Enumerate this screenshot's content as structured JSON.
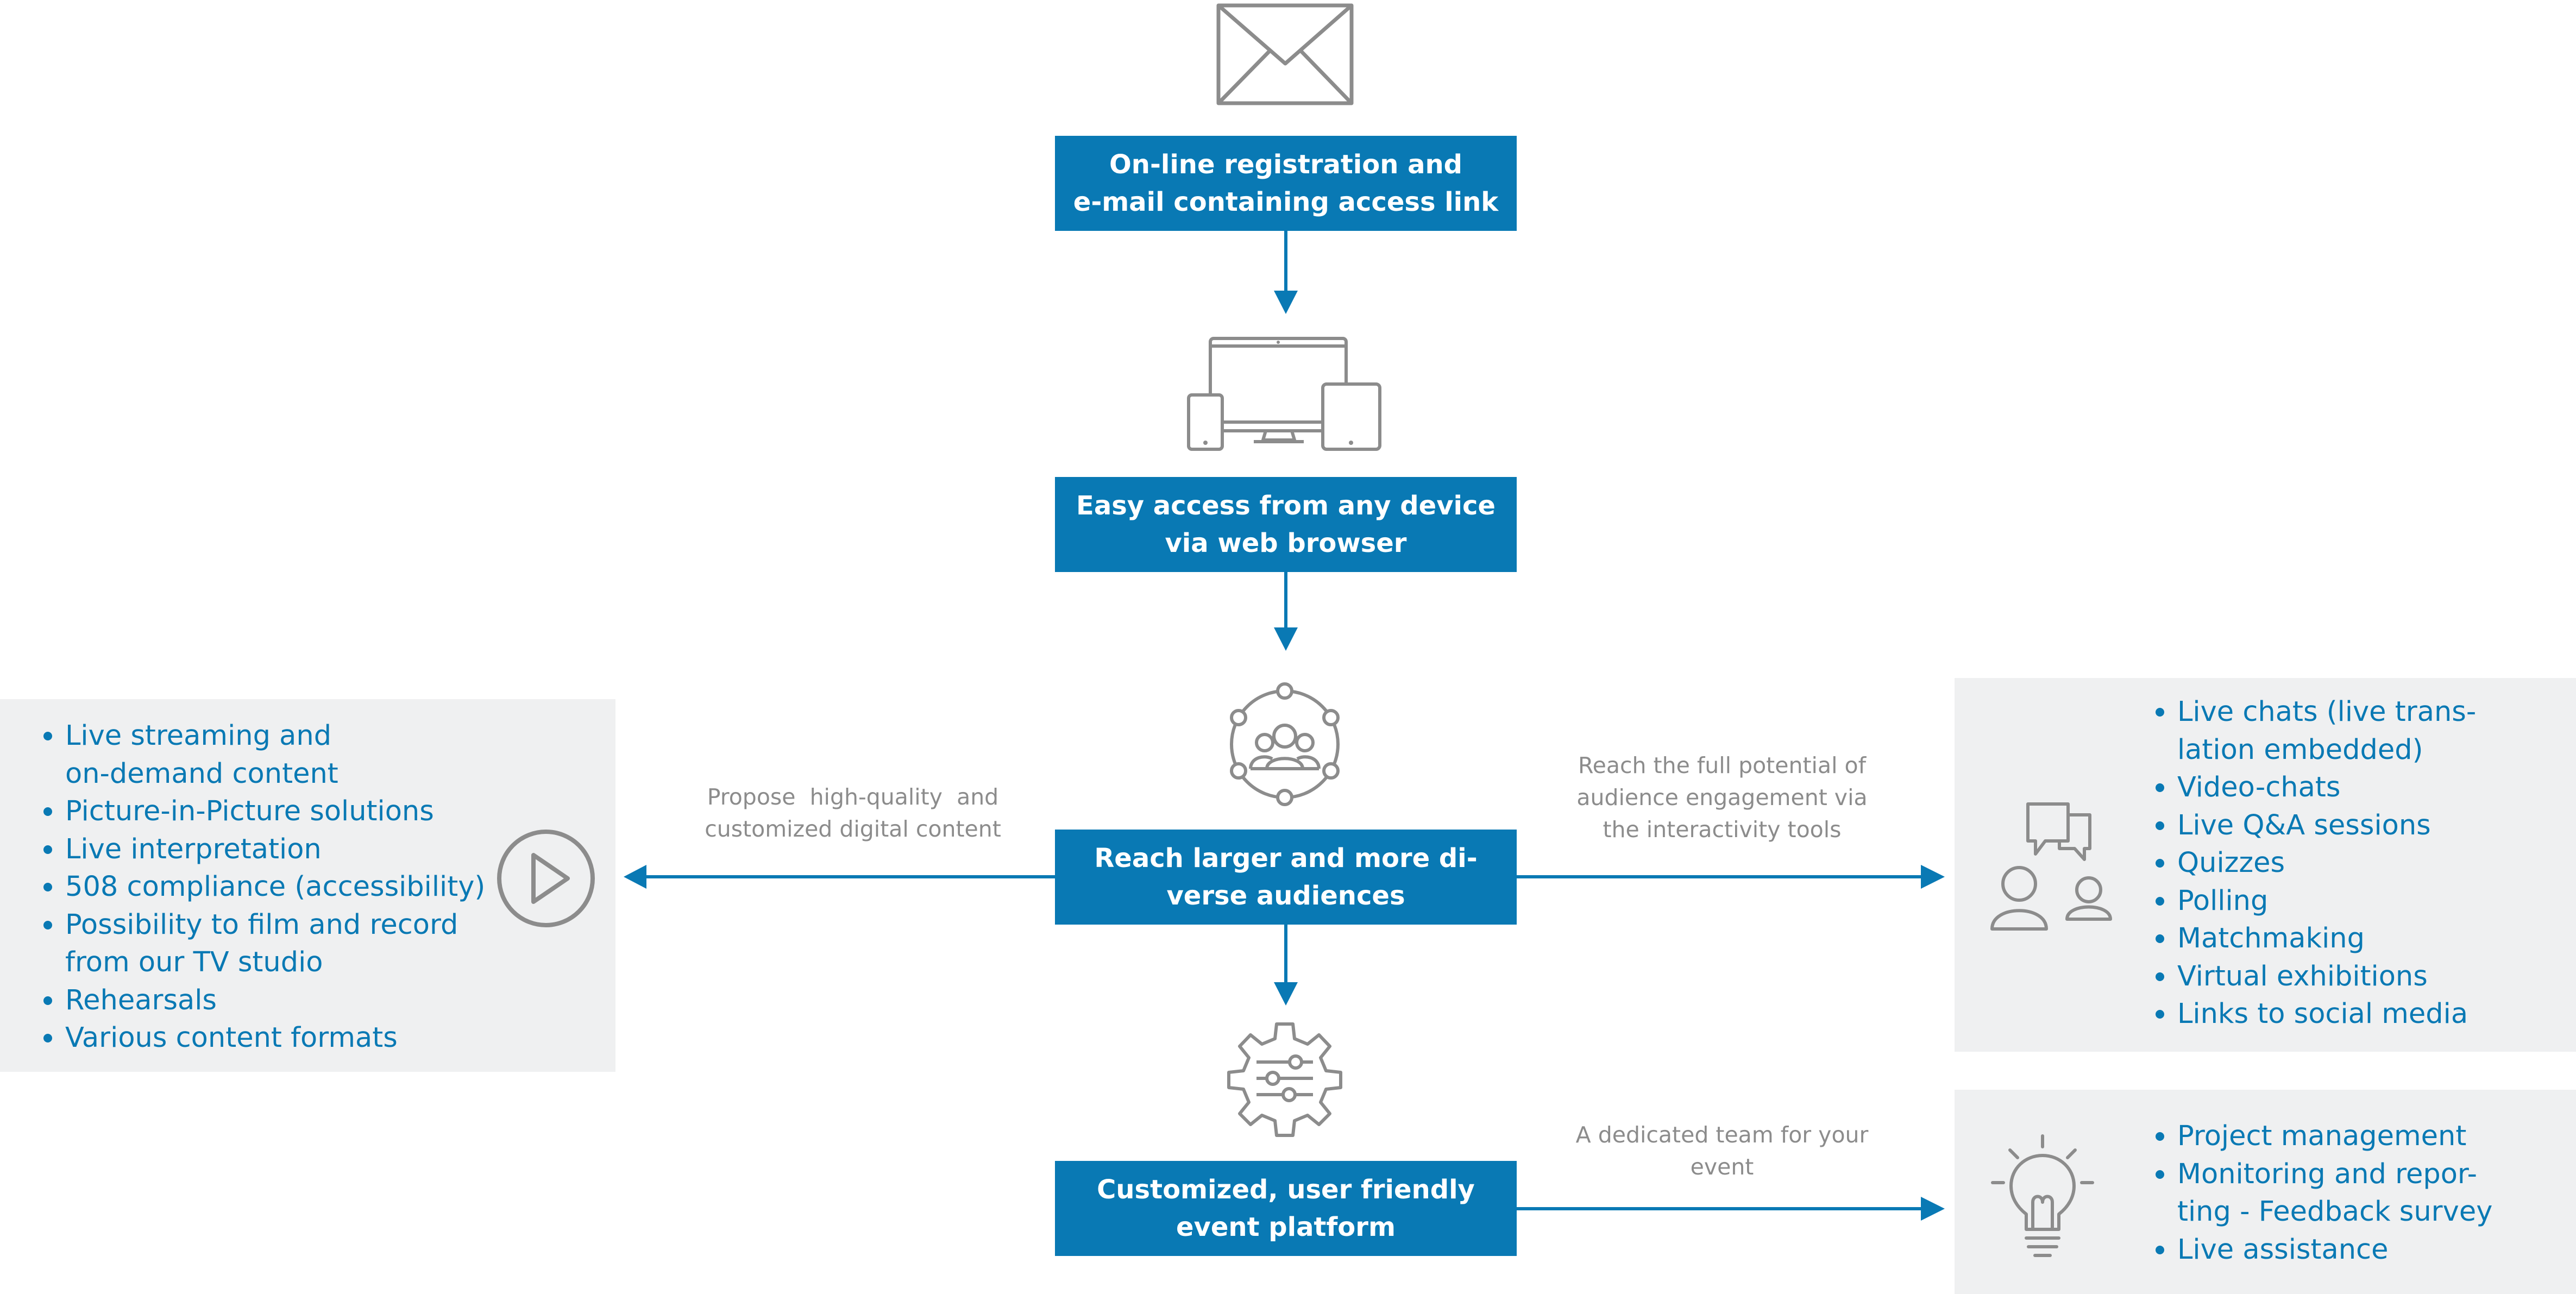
{
  "steps": {
    "registration": {
      "line1": "On-line registration and",
      "line2": "e-mail containing access link"
    },
    "access": {
      "line1": "Easy access from any device",
      "line2": "via web browser"
    },
    "reach": {
      "line1": "Reach larger and more di-",
      "line2": "verse audiences"
    },
    "platform": {
      "line1": "Customized, user friendly",
      "line2": "event platform"
    }
  },
  "notes": {
    "content": {
      "line1": "Propose  high-quality  and",
      "line2": "customized digital content"
    },
    "engagement": {
      "line1": "Reach the full potential of",
      "line2": "audience engagement via",
      "line3": "the interactivity tools"
    },
    "team": {
      "line1": "A dedicated team for your",
      "line2": "event"
    }
  },
  "content_list": [
    "Live streaming and",
    "on-demand content",
    "Picture-in-Picture solutions",
    "Live interpretation",
    "508 compliance (accessibility)",
    "Possibility to film and record",
    "from our TV studio",
    "Rehearsals",
    "Various content formats"
  ],
  "interactivity_list": [
    "Live chats (live trans-",
    "lation embedded)",
    "Video-chats",
    "Live Q&A sessions",
    "Quizzes",
    "Polling",
    "Matchmaking",
    "Virtual exhibitions",
    "Links to social media"
  ],
  "team_list": [
    "Project management",
    "Monitoring and repor-",
    "ting - Feedback survey",
    "Live assistance"
  ],
  "icons": {
    "email": "envelope-icon",
    "devices": "devices-icon",
    "audience": "audience-network-icon",
    "settings": "gear-settings-icon",
    "play": "play-icon",
    "chat": "chat-people-icon",
    "idea": "lightbulb-icon"
  },
  "colors": {
    "accent": "#0979b4",
    "panel": "#eff0f1",
    "icon": "#8c8c8c",
    "note": "#8c8c8c"
  }
}
